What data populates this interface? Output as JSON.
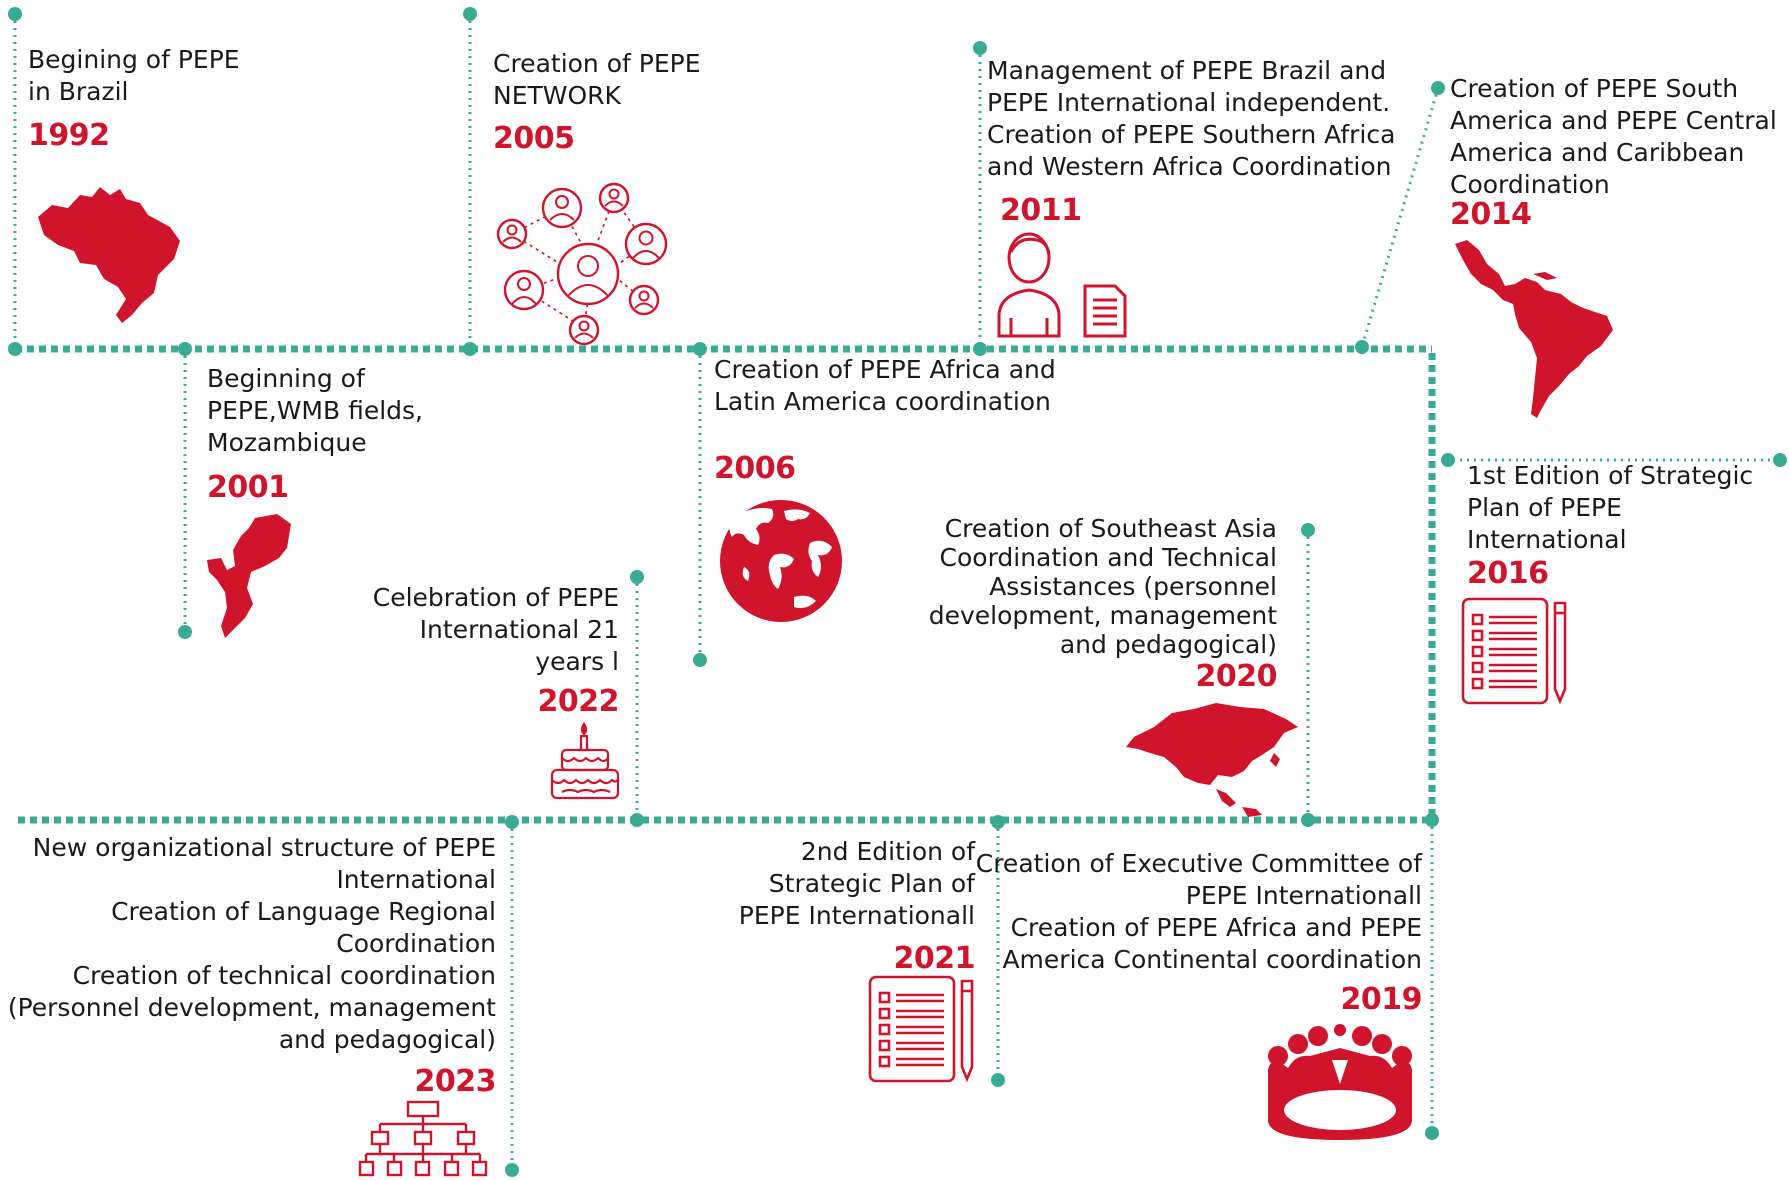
{
  "colors": {
    "line": "#3aab93",
    "accent": "#d0142c",
    "text": "#1a1a1a"
  },
  "events": [
    {
      "id": "e1992",
      "year": "1992",
      "text": "Begining of PEPE\nin Brazil",
      "icon": "brazil-map-icon"
    },
    {
      "id": "e2001",
      "year": "2001",
      "text": "Beginning of\nPEPE,WMB fields,\nMozambique",
      "icon": "mozambique-map-icon"
    },
    {
      "id": "e2005",
      "year": "2005",
      "text": "Creation of PEPE\nNETWORK",
      "icon": "network-people-icon"
    },
    {
      "id": "e2006",
      "year": "2006",
      "text": "Creation of PEPE Africa and\nLatin America coordination",
      "icon": "globe-icon"
    },
    {
      "id": "e2011",
      "year": "2011",
      "text": "Management of PEPE Brazil and\nPEPE International independent.\nCreation of PEPE Southern Africa\nand Western Africa Coordination",
      "icon": "person-document-icon"
    },
    {
      "id": "e2014",
      "year": "2014",
      "text": "Creation of PEPE South\nAmerica and PEPE Central\nAmerica and Caribbean\nCoordination",
      "icon": "latin-america-map-icon"
    },
    {
      "id": "e2016",
      "year": "2016",
      "text": "1st Edition of Strategic\nPlan of PEPE International",
      "icon": "checklist-icon"
    },
    {
      "id": "e2019",
      "year": "2019",
      "text": "Creation of Executive Committee of\nPEPE Internationall\nCreation of PEPE Africa and  PEPE\nAmerica Continental coordination",
      "icon": "meeting-table-icon"
    },
    {
      "id": "e2020",
      "year": "2020",
      "text": "Creation of Southeast Asia\nCoordination and Technical\nAssistances (personnel\ndevelopment, management\nand pedagogical)",
      "icon": "asia-map-icon"
    },
    {
      "id": "e2021",
      "year": "2021",
      "text": "2nd Edition of\nStrategic Plan of\nPEPE Internationall",
      "icon": "checklist-icon"
    },
    {
      "id": "e2022",
      "year": "2022",
      "text": "Celebration of PEPE\nInternational 21\nyears l",
      "icon": "birthday-cake-icon"
    },
    {
      "id": "e2023",
      "year": "2023",
      "text": "New organizational structure of PEPE\nInternational\nCreation of Language Regional\nCoordination\nCreation of technical coordination\n(Personnel development, management\nand pedagogical)",
      "icon": "org-chart-icon"
    }
  ]
}
